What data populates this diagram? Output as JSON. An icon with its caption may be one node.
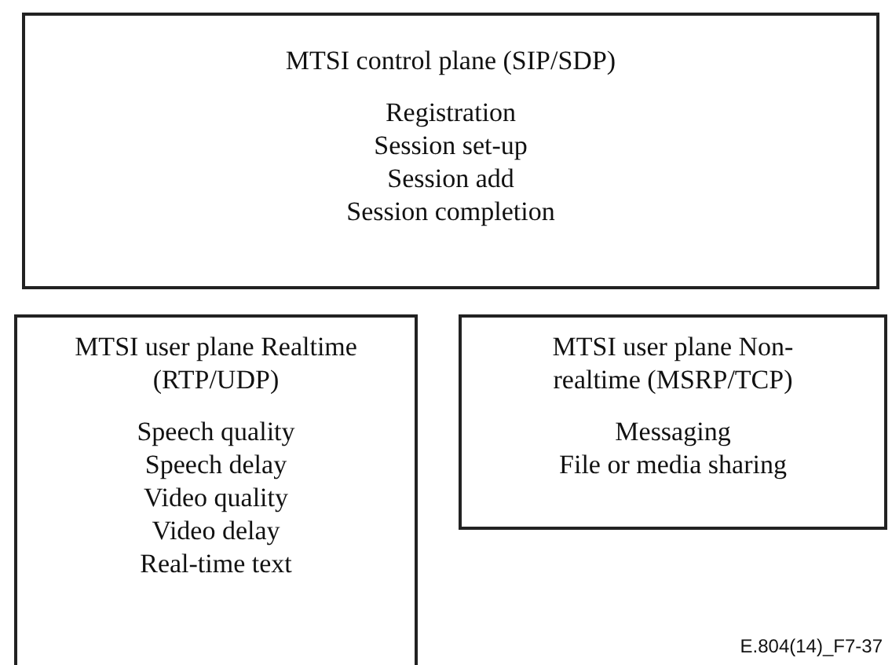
{
  "diagram": {
    "nodes": [
      {
        "text": [
          "MTSI control plane (SIP/SDP)",
          "Registration",
          "Session set-up",
          "Session add",
          "Session completion"
        ]
      },
      {
        "text": [
          "MTSI user plane Realtime (RTP/UDP)",
          "Speech quality",
          "Speech delay",
          "Video quality",
          "Video delay",
          "Real-time text"
        ]
      },
      {
        "text": [
          "MTSI user plane Non-realtime (MSRP/TCP)",
          "Messaging",
          "File or media sharing"
        ]
      }
    ],
    "labels": [
      "E.804(14)_F7-37"
    ]
  }
}
